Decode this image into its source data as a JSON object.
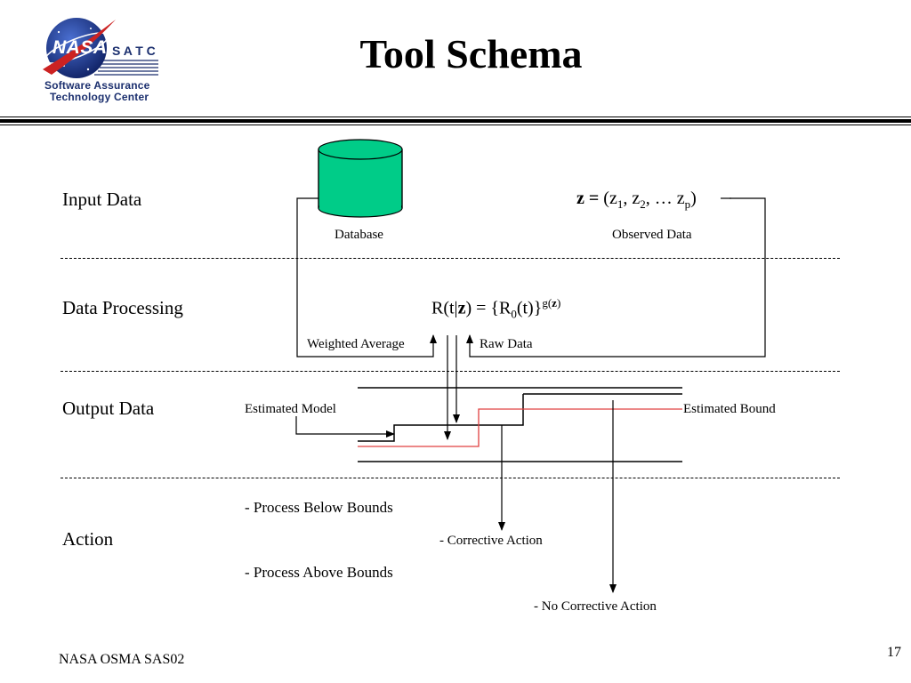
{
  "logo": {
    "agency_text": "NASA",
    "satc_text": "S A T C",
    "sub_line1": "Software Assurance",
    "sub_line2": "Technology Center"
  },
  "title": "Tool Schema",
  "sections": {
    "input": "Input Data",
    "processing": "Data Processing",
    "output": "Output Data",
    "action": "Action"
  },
  "diagram": {
    "database_label": "Database",
    "observed_data_label": "Observed Data",
    "observed_vector": {
      "z": "z",
      "eq": " = ",
      "open": "(z",
      "s1": "1",
      "comma1": ", z",
      "s2": "2",
      "ellipsis": ", … z",
      "sp": "p",
      "close": ")"
    },
    "formula": {
      "p1": "R(t|",
      "z": "z",
      "p2": ") = {R",
      "s0": "0",
      "p3": "(t)}",
      "exp_g": "g(",
      "exp_z": "z",
      "exp_close": ")"
    },
    "weighted_average": "Weighted Average",
    "raw_data": "Raw Data",
    "estimated_model": "Estimated Model",
    "estimated_bound": "Estimated Bound",
    "process_below": "- Process Below Bounds",
    "corrective_action": "- Corrective Action",
    "process_above": "- Process Above Bounds",
    "no_corrective_action": "- No Corrective Action"
  },
  "colors": {
    "database_fill": "#00cc88",
    "bound_line": "#e04040",
    "logo_blue": "#1b2f6e",
    "logo_red": "#cc2222"
  },
  "footer": {
    "left": "NASA OSMA SAS02",
    "page_number": "17"
  }
}
